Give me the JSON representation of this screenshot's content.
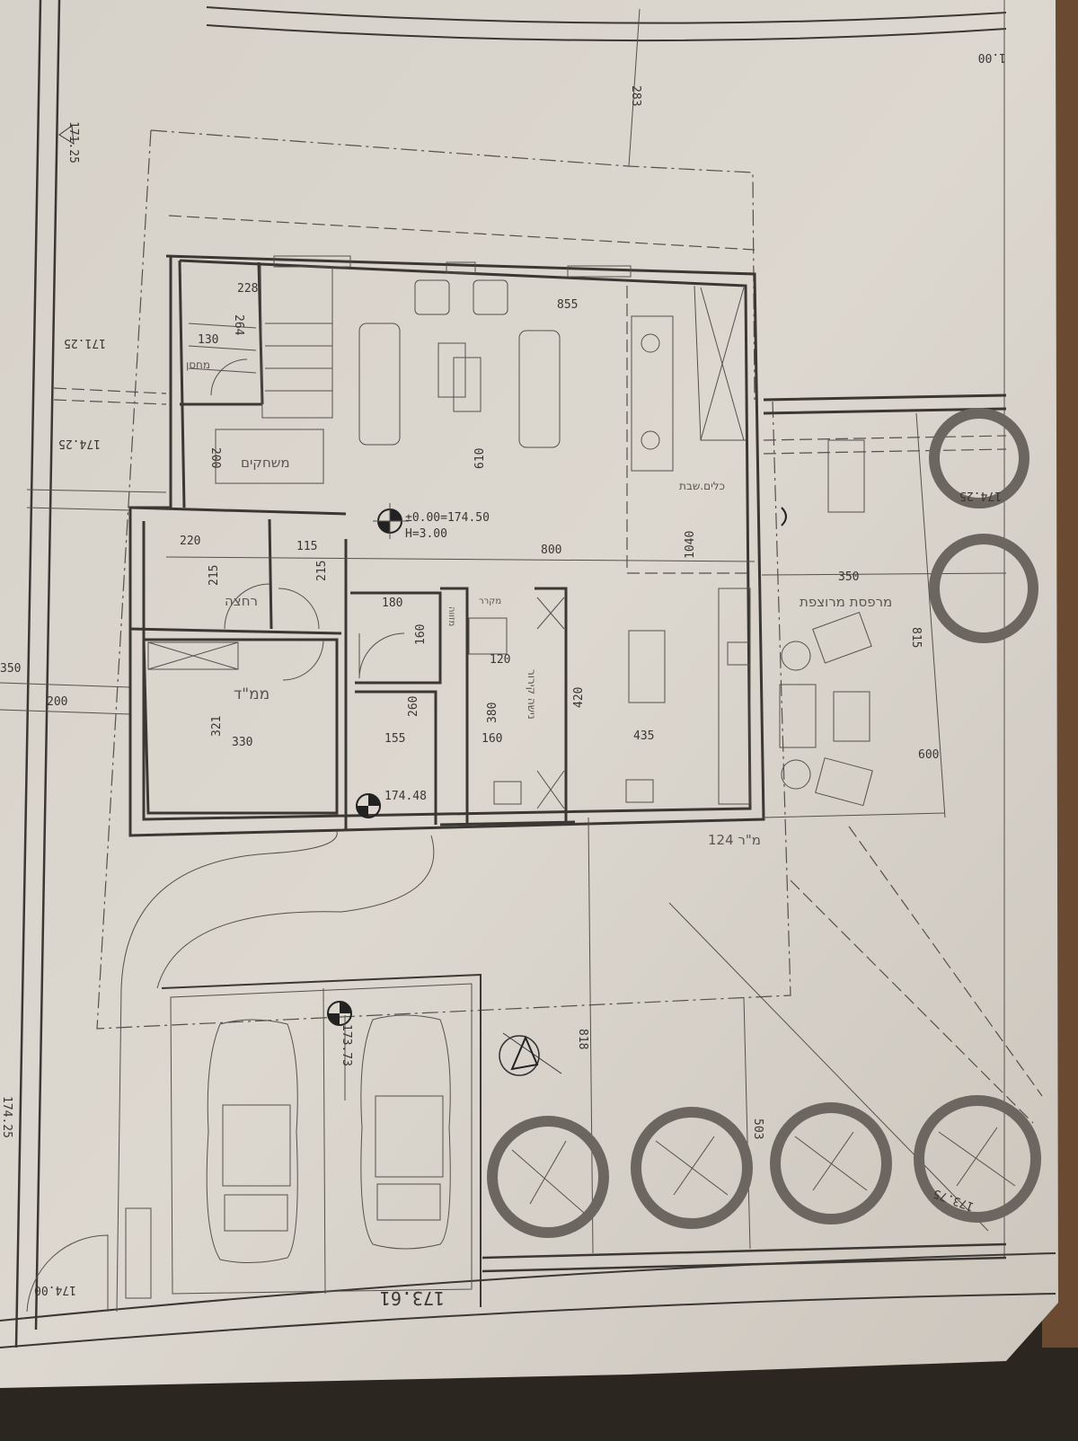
{
  "drawing": {
    "boundary_labels": {
      "top_right_level": "1.00",
      "top_dim": "283",
      "left_level_triangle": "171.25",
      "left_level_1": "171.25",
      "left_level_2": "174.25",
      "left_dim_200": "200",
      "left_dim_350": "350",
      "bottom_left_level": "174.25",
      "gate_level": "174.00",
      "street_level": "173.61",
      "right_tree_level_top": "174.25",
      "right_tree_level_bottom": "173.75"
    },
    "rooms": {
      "storage": {
        "name": "מחסן",
        "dims": [
          "228",
          "130",
          "264"
        ]
      },
      "playroom": {
        "name": "משחקים",
        "dim": "200"
      },
      "bathroom": {
        "name": "רחצה",
        "dims": [
          "220",
          "215"
        ]
      },
      "wc": {
        "dims": [
          "115",
          "215"
        ]
      },
      "safe_room": {
        "name": "ממ\"ד",
        "dims": [
          "321",
          "330"
        ]
      },
      "hall": {
        "dims": [
          "180",
          "160"
        ]
      },
      "entry": {
        "dims": [
          "155",
          "260"
        ]
      },
      "pantry": {
        "name": "מזווה"
      },
      "fridge": {
        "name": "מקרר",
        "dim": "380"
      },
      "kitchen": {
        "name": "נישה קירור",
        "dims": [
          "120",
          "380",
          "160",
          "420",
          "435"
        ]
      },
      "living": {
        "dims": [
          "855",
          "610",
          "800",
          "1040"
        ]
      },
      "shabbat_dishes": "כלים.שבת",
      "terrace": {
        "name": "מרפסת מרוצפת",
        "dims": [
          "350",
          "815",
          "600"
        ]
      }
    },
    "elevation_marks": {
      "floor_zero": "±0.00=174.50",
      "height": "H=3.00",
      "entry_level": "174.48",
      "garage_level": "173.73"
    },
    "area_label": "124 מ\"ר",
    "yard_dims": [
      "818",
      "503"
    ]
  }
}
